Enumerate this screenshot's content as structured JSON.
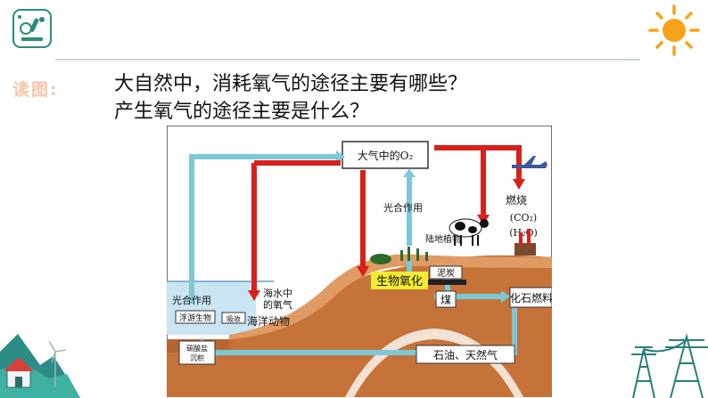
{
  "slide": {
    "read_label": "读图:",
    "question_1": "大自然中，消耗氧气的途径主要有哪些？",
    "question_2": "产生氧气的途径主要是什么？"
  },
  "diagram": {
    "atmosphere": "大气中的O₂",
    "photosynthesis_land": "光合作用",
    "land_plants": "陆地植物",
    "bio_oxidation": "生物氧化",
    "peat": "泥炭",
    "coal": "煤",
    "fossil_fuel": "化石燃料",
    "combustion": "燃烧",
    "co2": "(CO₂)",
    "h2o": "(H₂O)",
    "photosynthesis_sea": "光合作用",
    "plankton": "浮游生物",
    "seawater_o2_1": "海水中",
    "seawater_o2_2": "的氧气",
    "absorb": "吸收",
    "marine_animals": "海洋动物",
    "carbonate_1": "碳酸盐",
    "carbonate_2": "沉积",
    "oil_gas": "石油、天然气"
  },
  "colors": {
    "red_flow": "#d8211c",
    "blue_flow": "#7cc8d6",
    "earth": "#c6733a",
    "sea": "#c9e4f3",
    "land_top": "#e09a63",
    "highlight": "#f4ec34",
    "sun": "#f7a21b"
  },
  "icons": [
    "lab-logo-icon",
    "sun-icon",
    "house-icon",
    "wind-turbine-icon",
    "power-tower-icon",
    "airplane-icon",
    "cow-icon",
    "factory-icon"
  ]
}
